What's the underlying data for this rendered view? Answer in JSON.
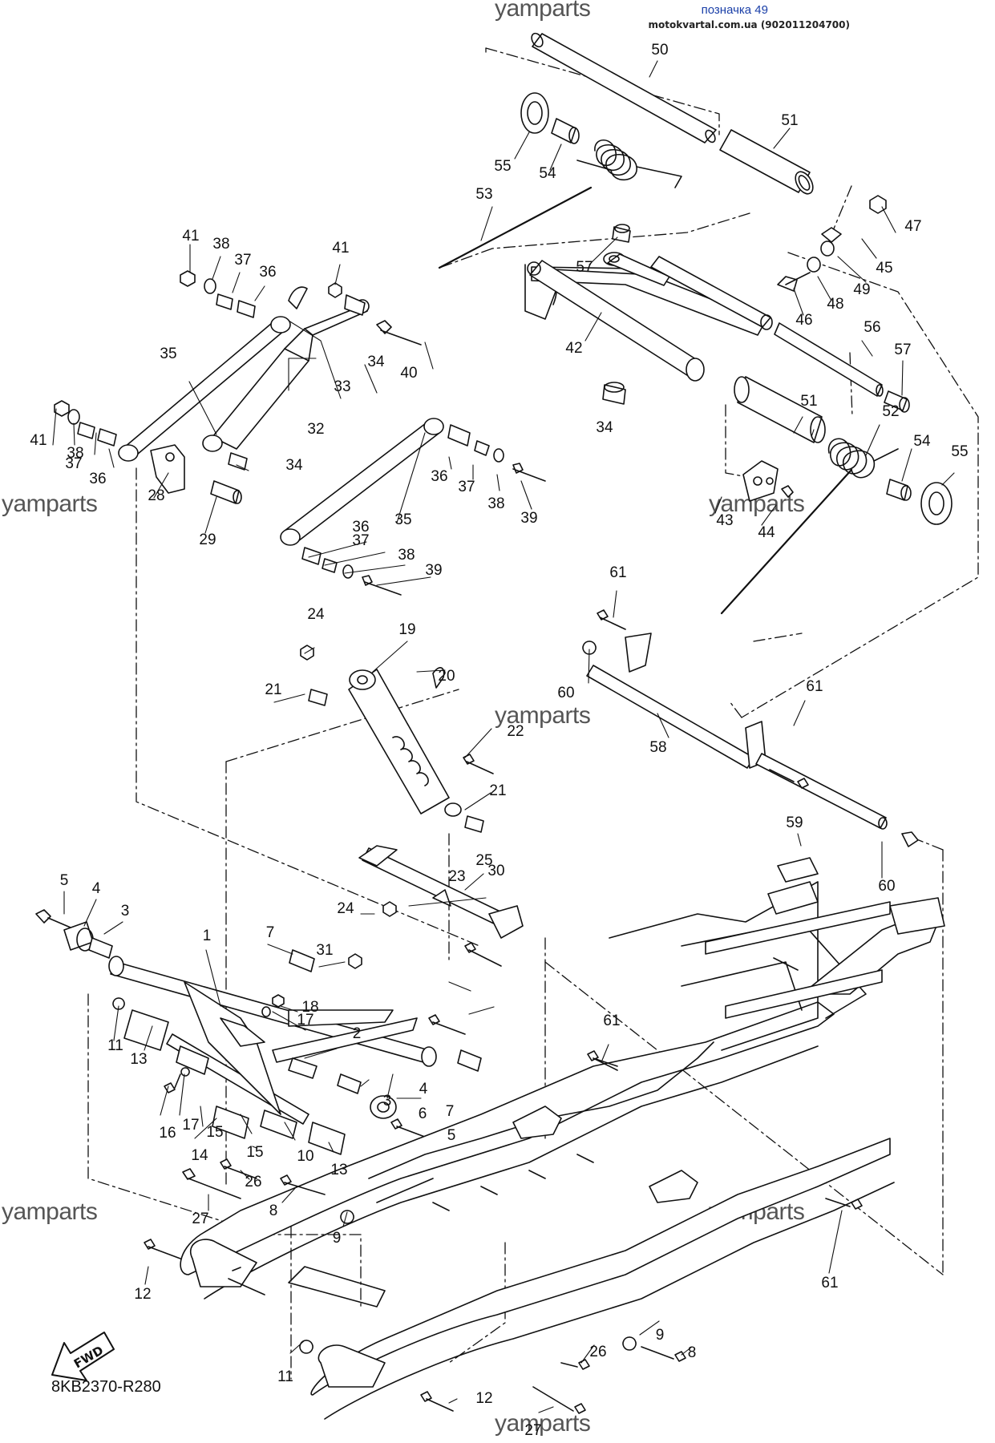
{
  "header": {
    "title": "позначка 49",
    "source": "motokvartal.com.ua (902011204700)"
  },
  "watermark": "yamparts",
  "diagram_code": "8KB2370-R280",
  "fwd_label": "FWD",
  "callouts": [
    {
      "n": "50"
    },
    {
      "n": "51"
    },
    {
      "n": "55"
    },
    {
      "n": "54"
    },
    {
      "n": "53"
    },
    {
      "n": "47"
    },
    {
      "n": "45"
    },
    {
      "n": "49"
    },
    {
      "n": "48"
    },
    {
      "n": "46"
    },
    {
      "n": "57"
    },
    {
      "n": "42"
    },
    {
      "n": "56"
    },
    {
      "n": "57"
    },
    {
      "n": "34"
    },
    {
      "n": "51"
    },
    {
      "n": "52"
    },
    {
      "n": "54"
    },
    {
      "n": "55"
    },
    {
      "n": "43"
    },
    {
      "n": "44"
    },
    {
      "n": "41"
    },
    {
      "n": "38"
    },
    {
      "n": "37"
    },
    {
      "n": "36"
    },
    {
      "n": "41"
    },
    {
      "n": "35"
    },
    {
      "n": "34"
    },
    {
      "n": "40"
    },
    {
      "n": "33"
    },
    {
      "n": "32"
    },
    {
      "n": "41"
    },
    {
      "n": "38"
    },
    {
      "n": "37"
    },
    {
      "n": "36"
    },
    {
      "n": "34"
    },
    {
      "n": "28"
    },
    {
      "n": "29"
    },
    {
      "n": "36"
    },
    {
      "n": "37"
    },
    {
      "n": "38"
    },
    {
      "n": "39"
    },
    {
      "n": "35"
    },
    {
      "n": "36"
    },
    {
      "n": "37"
    },
    {
      "n": "38"
    },
    {
      "n": "39"
    },
    {
      "n": "61"
    },
    {
      "n": "60"
    },
    {
      "n": "61"
    },
    {
      "n": "58"
    },
    {
      "n": "59"
    },
    {
      "n": "60"
    },
    {
      "n": "24"
    },
    {
      "n": "19"
    },
    {
      "n": "20"
    },
    {
      "n": "21"
    },
    {
      "n": "22"
    },
    {
      "n": "21"
    },
    {
      "n": "25"
    },
    {
      "n": "24"
    },
    {
      "n": "23"
    },
    {
      "n": "30"
    },
    {
      "n": "5"
    },
    {
      "n": "4"
    },
    {
      "n": "3"
    },
    {
      "n": "1"
    },
    {
      "n": "7"
    },
    {
      "n": "31"
    },
    {
      "n": "18"
    },
    {
      "n": "17"
    },
    {
      "n": "11"
    },
    {
      "n": "13"
    },
    {
      "n": "2"
    },
    {
      "n": "3"
    },
    {
      "n": "4"
    },
    {
      "n": "6"
    },
    {
      "n": "7"
    },
    {
      "n": "5"
    },
    {
      "n": "16"
    },
    {
      "n": "17"
    },
    {
      "n": "15"
    },
    {
      "n": "14"
    },
    {
      "n": "15"
    },
    {
      "n": "10"
    },
    {
      "n": "13"
    },
    {
      "n": "26"
    },
    {
      "n": "27"
    },
    {
      "n": "8"
    },
    {
      "n": "9"
    },
    {
      "n": "12"
    },
    {
      "n": "61"
    },
    {
      "n": "61"
    },
    {
      "n": "9"
    },
    {
      "n": "8"
    },
    {
      "n": "26"
    },
    {
      "n": "11"
    },
    {
      "n": "12"
    },
    {
      "n": "27"
    }
  ]
}
